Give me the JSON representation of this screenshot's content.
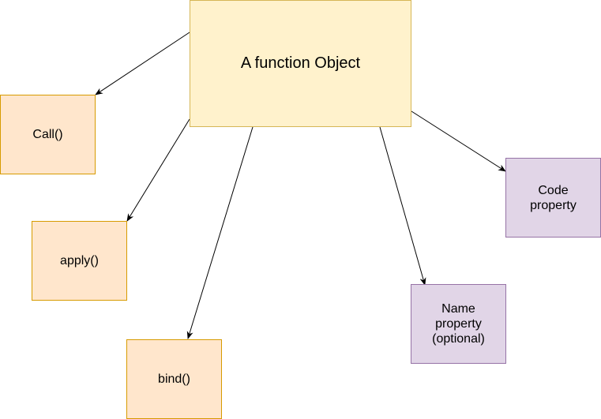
{
  "diagram": {
    "nodes": {
      "main": {
        "label": "A function Object",
        "fill": "#fff2cc",
        "stroke": "#d6b656"
      },
      "call": {
        "label": "Call()",
        "fill": "#ffe6cc",
        "stroke": "#d79b00"
      },
      "apply": {
        "label": "apply()",
        "fill": "#ffe6cc",
        "stroke": "#d79b00"
      },
      "bind": {
        "label": "bind()",
        "fill": "#ffe6cc",
        "stroke": "#d79b00"
      },
      "name_property": {
        "label": "Name\nproperty\n(optional)",
        "fill": "#e1d5e7",
        "stroke": "#9673a6"
      },
      "code_property": {
        "label": "Code\nproperty",
        "fill": "#e1d5e7",
        "stroke": "#9673a6"
      }
    },
    "edges": [
      {
        "from": "main",
        "to": "call"
      },
      {
        "from": "main",
        "to": "apply"
      },
      {
        "from": "main",
        "to": "bind"
      },
      {
        "from": "main",
        "to": "name_property"
      },
      {
        "from": "main",
        "to": "code_property"
      }
    ]
  }
}
